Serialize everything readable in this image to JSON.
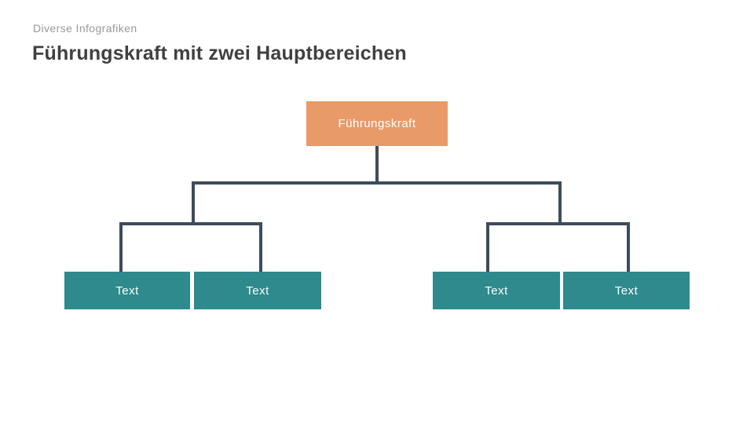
{
  "slide": {
    "eyebrow": "Diverse Infografiken",
    "title": "Führungskraft mit zwei Hauptbereichen"
  },
  "org": {
    "root": {
      "label": "Führungskraft",
      "fill_color": "#E89A68",
      "text_color": "#FFFFFF"
    },
    "branches": [
      {
        "side": "left",
        "leaves": [
          {
            "label": "Text"
          },
          {
            "label": "Text"
          }
        ]
      },
      {
        "side": "right",
        "leaves": [
          {
            "label": "Text"
          },
          {
            "label": "Text"
          }
        ]
      }
    ],
    "leaves": [
      {
        "label": "Text"
      },
      {
        "label": "Text"
      },
      {
        "label": "Text"
      },
      {
        "label": "Text"
      }
    ],
    "leaf_fill_color": "#2E8A8C",
    "leaf_text_color": "#FFFFFF",
    "connector_color": "#3D4C5C"
  },
  "colors": {
    "background": "#FFFFFF",
    "eyebrow_text": "#999999",
    "title_text": "#404040"
  }
}
